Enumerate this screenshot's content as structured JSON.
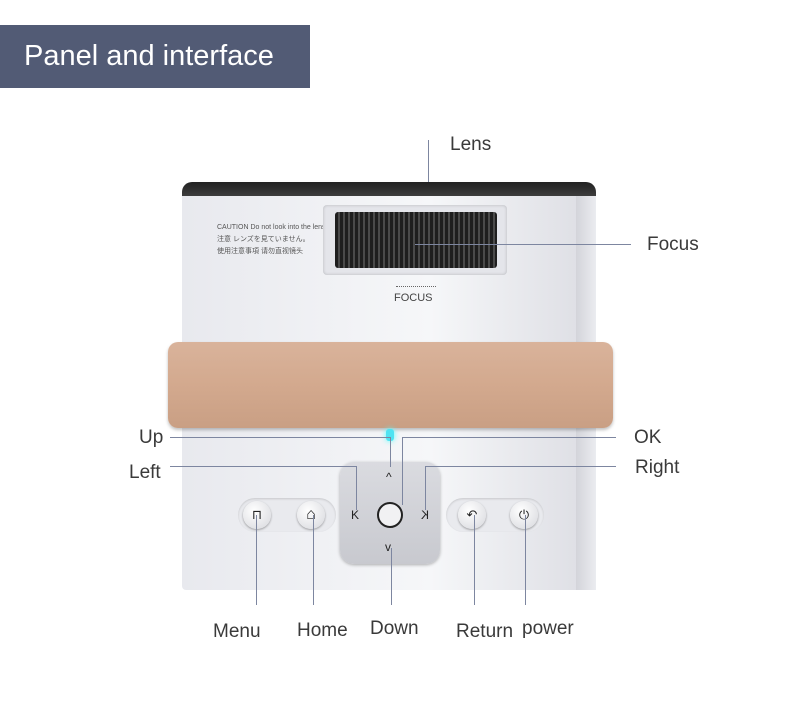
{
  "banner": {
    "title": "Panel and interface"
  },
  "device": {
    "caution_lines": [
      "CAUTION Do not look into the lens.",
      "注意 レンズを見ていません。",
      "使用注意事項 请勿直视镜头"
    ],
    "focus_text": "FOCUS",
    "buttons": {
      "menu_glyph": "⊓",
      "home_glyph": "⌂",
      "return_glyph": "↶",
      "power_glyph": "⏻",
      "up_glyph": "^",
      "down_glyph": "v",
      "left_glyph": "K",
      "right_glyph": "K"
    },
    "colors": {
      "strap": "#d3a98e",
      "led": "#4fe3f2",
      "banner": "#525b75"
    }
  },
  "callouts": {
    "lens": "Lens",
    "focus": "Focus",
    "up": "Up",
    "ok": "OK",
    "left": "Left",
    "right": "Right",
    "menu": "Menu",
    "home": "Home",
    "down": "Down",
    "return": "Return",
    "power": "power"
  }
}
